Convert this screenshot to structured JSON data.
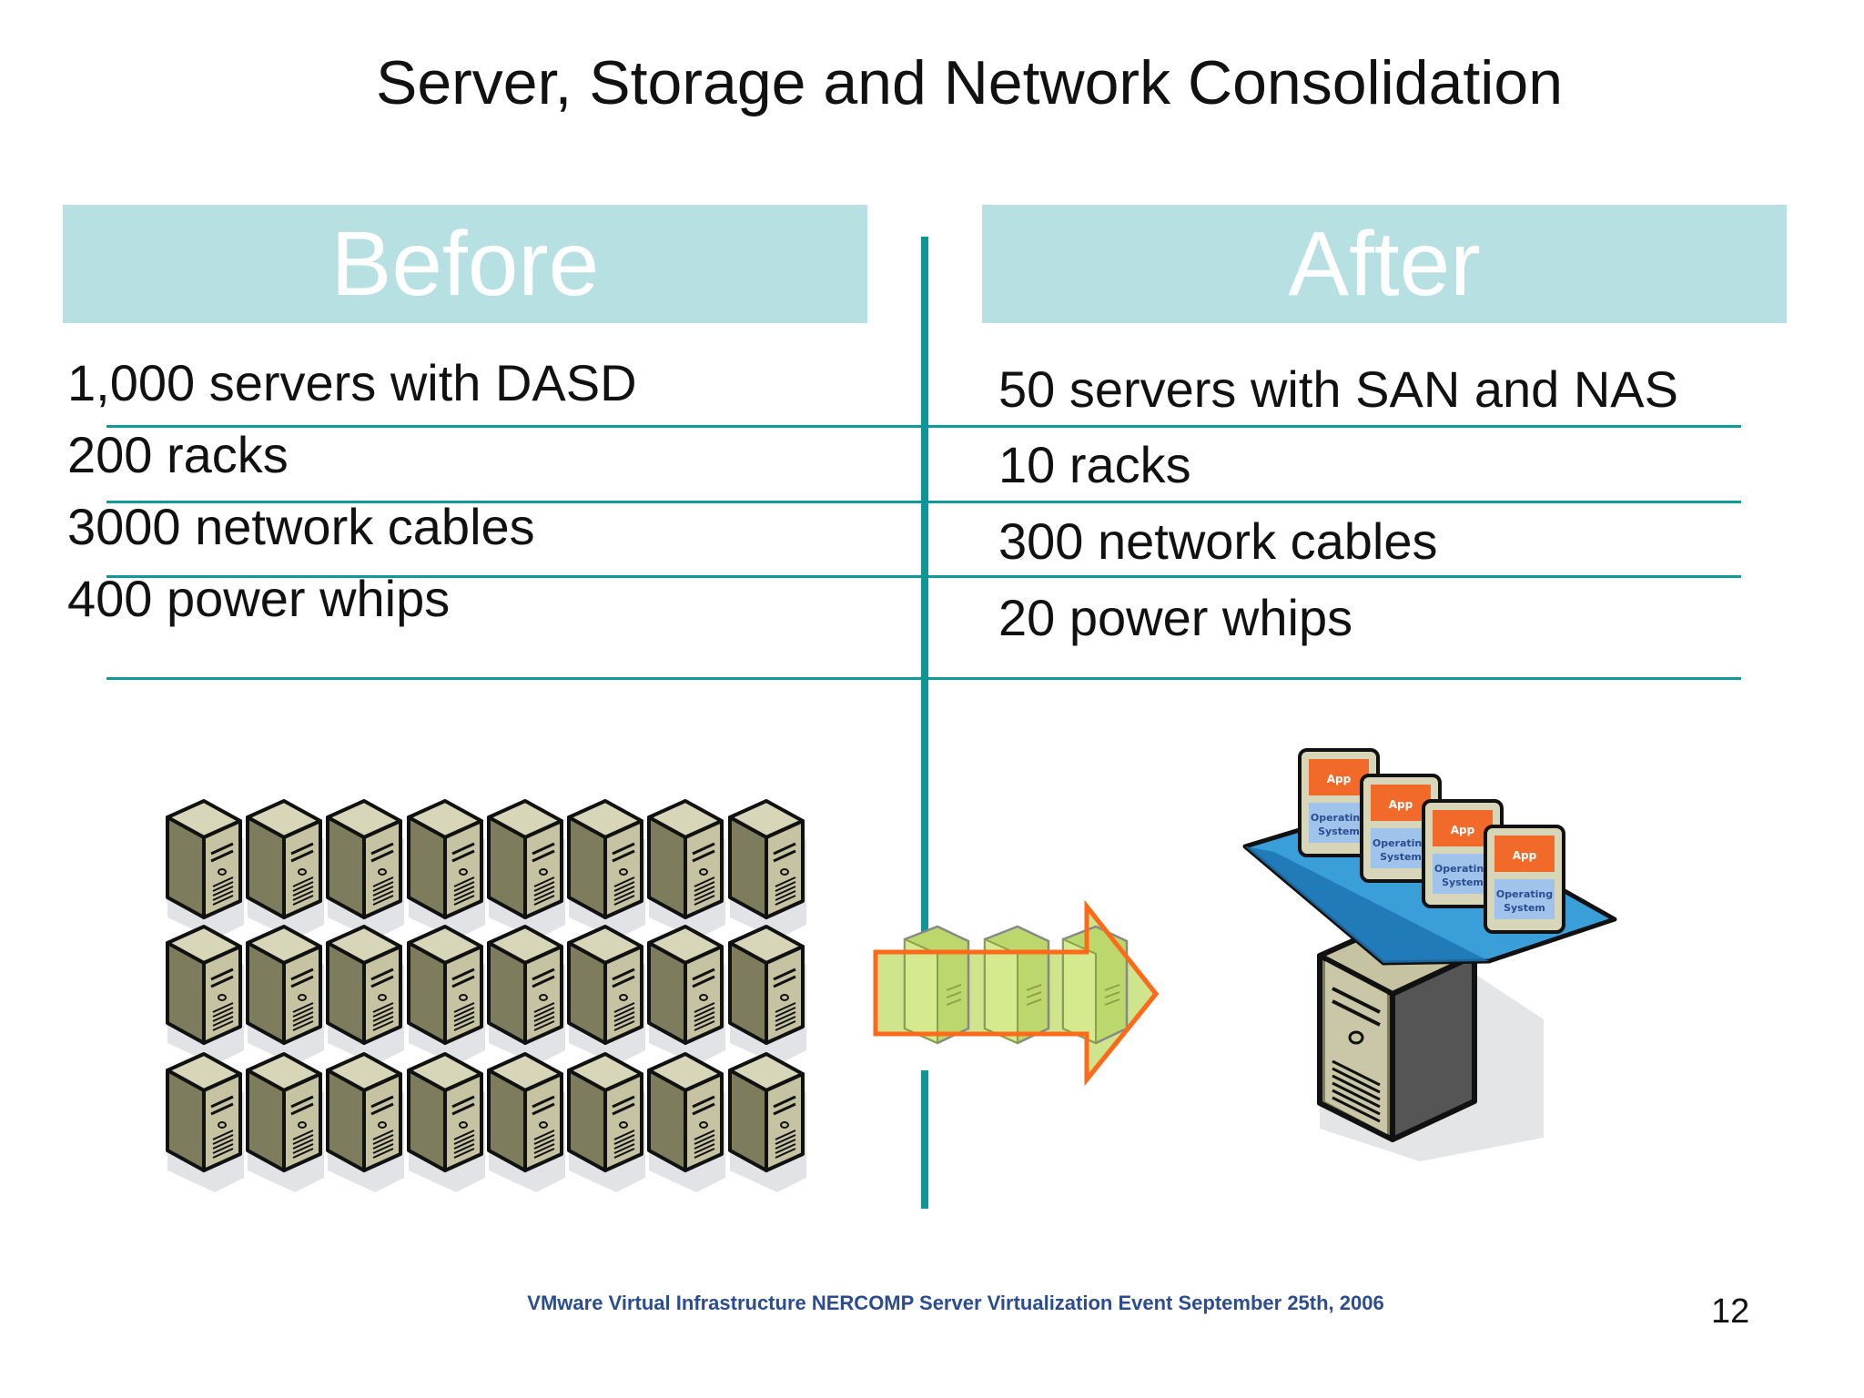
{
  "slide": {
    "title": "Server, Storage and Network Consolidation",
    "before": {
      "header": "Before",
      "items": [
        "1,000 servers with DASD",
        "200 racks",
        "3000 network cables",
        "400 power whips"
      ]
    },
    "after": {
      "header": "After",
      "items": [
        "50 servers with SAN and NAS",
        "10 racks",
        "300 network cables",
        "20 power whips"
      ]
    },
    "vm_labels": {
      "app": "App",
      "os_line1": "Operating",
      "os_line2": "System"
    },
    "footer": "VMware Virtual Infrastructure NERCOMP Server Virtualization Event September 25th, 2006",
    "page_number": "12"
  },
  "colors": {
    "header_fill": "#b7e0e3",
    "divider": "#0c9796",
    "row_rule": "#0f9a9a",
    "footer_text": "#2b4d8f",
    "arrow_outline": "#ff6a1a",
    "arrow_fill": "#c6e07a",
    "vm_app": "#f26a2a",
    "vm_os": "#9fc3ea",
    "platform": "#3a9ed8"
  },
  "icons": {
    "server": "tower-server-icon",
    "arrow": "consolidation-arrow-icon",
    "host": "virtualization-host-icon"
  }
}
